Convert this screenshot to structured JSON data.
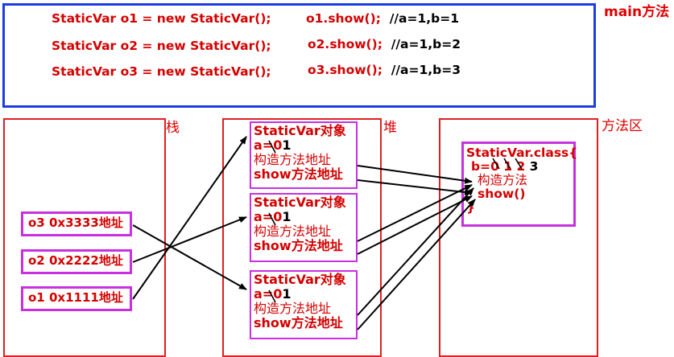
{
  "main_section": {
    "label": "main方法",
    "lines": [
      {
        "code": "StaticVar o1 = new StaticVar();",
        "call": "o1.show();",
        "comment": "//a=1,b=1"
      },
      {
        "code": "StaticVar o2 = new StaticVar();",
        "call": "o2.show();",
        "comment": "//a=1,b=2"
      },
      {
        "code": "StaticVar o3 = new StaticVar();",
        "call": "o3.show();",
        "comment": "//a=1,b=3"
      }
    ]
  },
  "stack": {
    "label": "栈",
    "refs": [
      {
        "text": "o3  0x3333地址"
      },
      {
        "text": "o2  0x2222地址"
      },
      {
        "text": "o1 0x1111地址"
      }
    ]
  },
  "heap": {
    "label": "堆",
    "objects": [
      {
        "title": "StaticVar对象",
        "field_a": "a=",
        "old_value": "0",
        "new_value": "1",
        "constructor": "构造方法地址",
        "show": "show方法地址"
      },
      {
        "title": "StaticVar对象",
        "field_a": "a=",
        "old_value": "0",
        "new_value": "1",
        "constructor": "构造方法地址",
        "show": "show方法地址"
      },
      {
        "title": "StaticVar对象",
        "field_a": "a=",
        "old_value": "0",
        "new_value": "1",
        "constructor": "构造方法地址",
        "show": "show方法地址"
      }
    ]
  },
  "method_area": {
    "label": "方法区",
    "class_header": "StaticVar.class{",
    "field_b": "b=",
    "old_values": "0 1 2",
    "current_value": "3",
    "constructor": "构造方法",
    "show": "show()",
    "closing": "}"
  },
  "colors": {
    "main_border": "#1d3ddf",
    "region_border": "#e02020",
    "box_border": "#c830e0",
    "text_red": "#d40000",
    "arrow": "#000000"
  }
}
